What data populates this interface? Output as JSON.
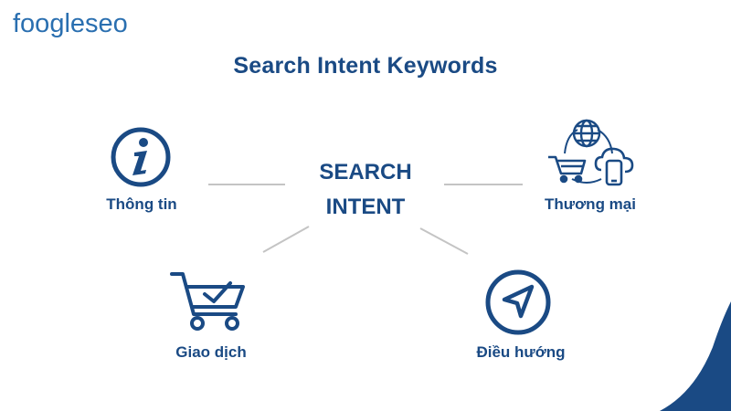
{
  "logo": {
    "text_left": "foo",
    "text_g": "gle",
    "text_right": "seo",
    "brand_color": "#2a6fb0"
  },
  "title": "Search Intent Keywords",
  "center": {
    "line1": "SEARCH",
    "line2": "INTENT"
  },
  "nodes": {
    "informational": {
      "label": "Thông tin",
      "icon": "info-circle-icon"
    },
    "commercial": {
      "label": "Thương mại",
      "icon": "commerce-network-icon"
    },
    "transactional": {
      "label": "Giao dịch",
      "icon": "cart-check-icon"
    },
    "navigational": {
      "label": "Điều hướng",
      "icon": "navigation-arrow-icon"
    }
  },
  "colors": {
    "primary": "#1a4a84",
    "connector": "#c4c4c4",
    "accent": "#1a4a84"
  }
}
